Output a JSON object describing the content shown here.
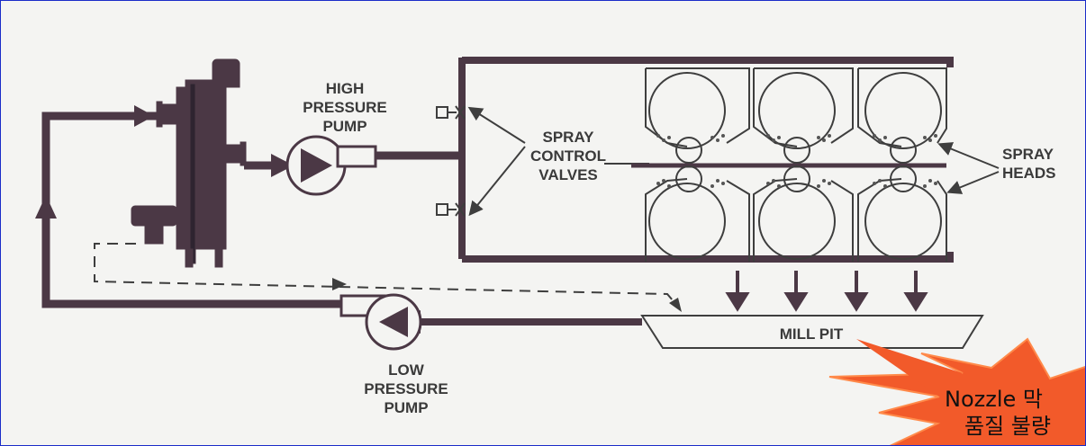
{
  "labels": {
    "high_pressure_pump": [
      "HIGH",
      "PRESSURE",
      "PUMP"
    ],
    "spray_control_valves": [
      "SPRAY",
      "CONTROL",
      "VALVES"
    ],
    "spray_heads": [
      "SPRAY",
      "HEADS"
    ],
    "mill_pit": "MILL PIT",
    "low_pressure_pump": [
      "LOW",
      "PRESSURE",
      "PUMP"
    ]
  },
  "callout": {
    "line1": "Nozzle 막",
    "line2": "품질 불량"
  },
  "colors": {
    "pipe": "#4b3845",
    "line": "#3e3e3e",
    "callout_fill": "#f25a2a",
    "callout_edge": "#ff8a4a",
    "border": "#1a2cc8"
  }
}
